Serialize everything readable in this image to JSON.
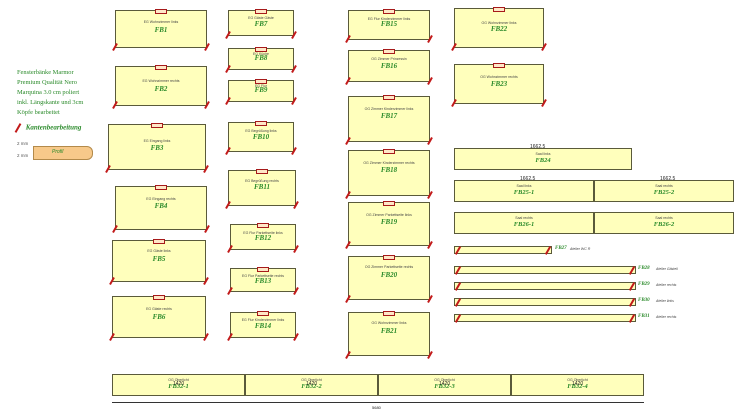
{
  "description": {
    "lines": [
      "Fensterbänke Marmor",
      "Premium Qualität Nero",
      "Marquina 3.0 cm poliert",
      "inkl. Längskante und 3cm",
      "Köpfe bearbeitet"
    ],
    "kantenbearbeitung": "Kantenbearbeitung",
    "mm_top": "2 mm",
    "mm_bottom": "2 mm",
    "profil": "Profil"
  },
  "colors": {
    "piece_fill": "#ffffbc",
    "label_green": "#2a8a2a",
    "edge_red": "#c21a1a"
  },
  "pieces": [
    {
      "id": "FB1",
      "sub": "EG Wohnzimmer links"
    },
    {
      "id": "FB2",
      "sub": "EG Wohnzimmer rechts"
    },
    {
      "id": "FB3",
      "sub": "EG Eingang links"
    },
    {
      "id": "FB4",
      "sub": "EG Eingang rechts"
    },
    {
      "id": "FB5",
      "sub": "EG Gäste links"
    },
    {
      "id": "FB6",
      "sub": "EG Gäste rechts"
    },
    {
      "id": "FB7",
      "sub": "EG Gäste Gäste"
    },
    {
      "id": "FB8",
      "sub": "EG Küche"
    },
    {
      "id": "FB9",
      "sub": "EG Flur"
    },
    {
      "id": "FB10",
      "sub": "EG Begrüßung links"
    },
    {
      "id": "FB11",
      "sub": "EG Begrüßung rechts"
    },
    {
      "id": "FB12",
      "sub": "EG Flur Parkettseite links"
    },
    {
      "id": "FB13",
      "sub": "EG Flur Parkettseite rechts"
    },
    {
      "id": "FB14",
      "sub": "EG Flur Kinderzimmer links"
    },
    {
      "id": "FB15",
      "sub": "EG Flur Kinderzimmer links"
    },
    {
      "id": "FB16",
      "sub": "OG Zimmer Prinzessin"
    },
    {
      "id": "FB17",
      "sub": "OG Zimmer Kinderzimmer links"
    },
    {
      "id": "FB18",
      "sub": "OG Zimmer Kinderzimmer rechts"
    },
    {
      "id": "FB19",
      "sub": "OG Zimmer Parkettseite links"
    },
    {
      "id": "FB20",
      "sub": "OG Zimmer Parkettseite rechts"
    },
    {
      "id": "FB21",
      "sub": "OG Wohnzimmer links"
    },
    {
      "id": "FB22",
      "sub": "OG Wohnzimmer links"
    },
    {
      "id": "FB23",
      "sub": "OG Wohnzimmer rechts"
    }
  ],
  "long_pieces": [
    {
      "id": "FB24",
      "sub": "Saal links",
      "dim": "1662.5"
    },
    {
      "id": "FB25-1",
      "sub": "Saal links",
      "dim": "1662.5"
    },
    {
      "id": "FB25-2",
      "sub": "Saal rechts",
      "dim": "1662.5"
    },
    {
      "id": "FB26-1",
      "sub": "Saal rechts",
      "dim": ""
    },
    {
      "id": "FB26-2",
      "sub": "Saal rechts",
      "dim": ""
    }
  ],
  "strips": [
    {
      "id": "FB27",
      "sub": "Atelier WC R"
    },
    {
      "id": "FB28",
      "sub": "Atelier Gästeli"
    },
    {
      "id": "FB29",
      "sub": "Atelier rechts"
    },
    {
      "id": "FB30",
      "sub": "Atelier links"
    },
    {
      "id": "FB31",
      "sub": "Atelier rechts"
    }
  ],
  "bottom": [
    {
      "id": "FB32-1",
      "sub": "OG Oberlicht",
      "dim": "1420"
    },
    {
      "id": "FB32-2",
      "sub": "OG Oberlicht",
      "dim": "1420"
    },
    {
      "id": "FB32-3",
      "sub": "OG Oberlicht",
      "dim": "1420"
    },
    {
      "id": "FB32-4",
      "sub": "OG Oberlicht",
      "dim": "1420"
    }
  ],
  "bottom_total": "5680"
}
